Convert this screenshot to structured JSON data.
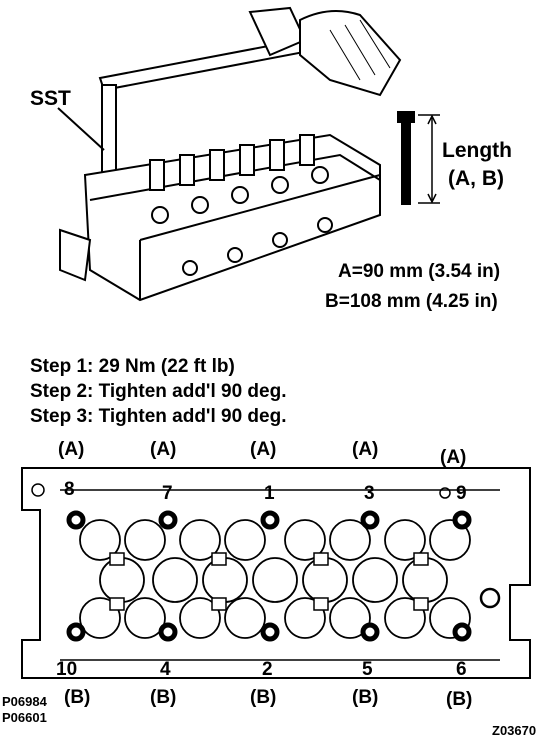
{
  "callouts": {
    "sst": "SST",
    "length_title": "Length",
    "length_sub": "(A, B)",
    "spec_a": "A=90 mm (3.54 in)",
    "spec_b": "B=108 mm (4.25 in)"
  },
  "steps": [
    "Step 1: 29 Nm (22 ft lb)",
    "Step 2: Tighten add'l 90 deg.",
    "Step 3: Tighten add'l 90 deg."
  ],
  "top_labels": [
    "(A)",
    "(A)",
    "(A)",
    "(A)",
    "(A)"
  ],
  "bottom_labels": [
    "(B)",
    "(B)",
    "(B)",
    "(B)",
    "(B)"
  ],
  "bolt_numbers_top": [
    "8",
    "7",
    "1",
    "3",
    "9"
  ],
  "bolt_numbers_bottom": [
    "10",
    "4",
    "2",
    "5",
    "6"
  ],
  "codes": {
    "ref1": "P06984",
    "ref2": "P06601",
    "figure": "Z03670"
  }
}
